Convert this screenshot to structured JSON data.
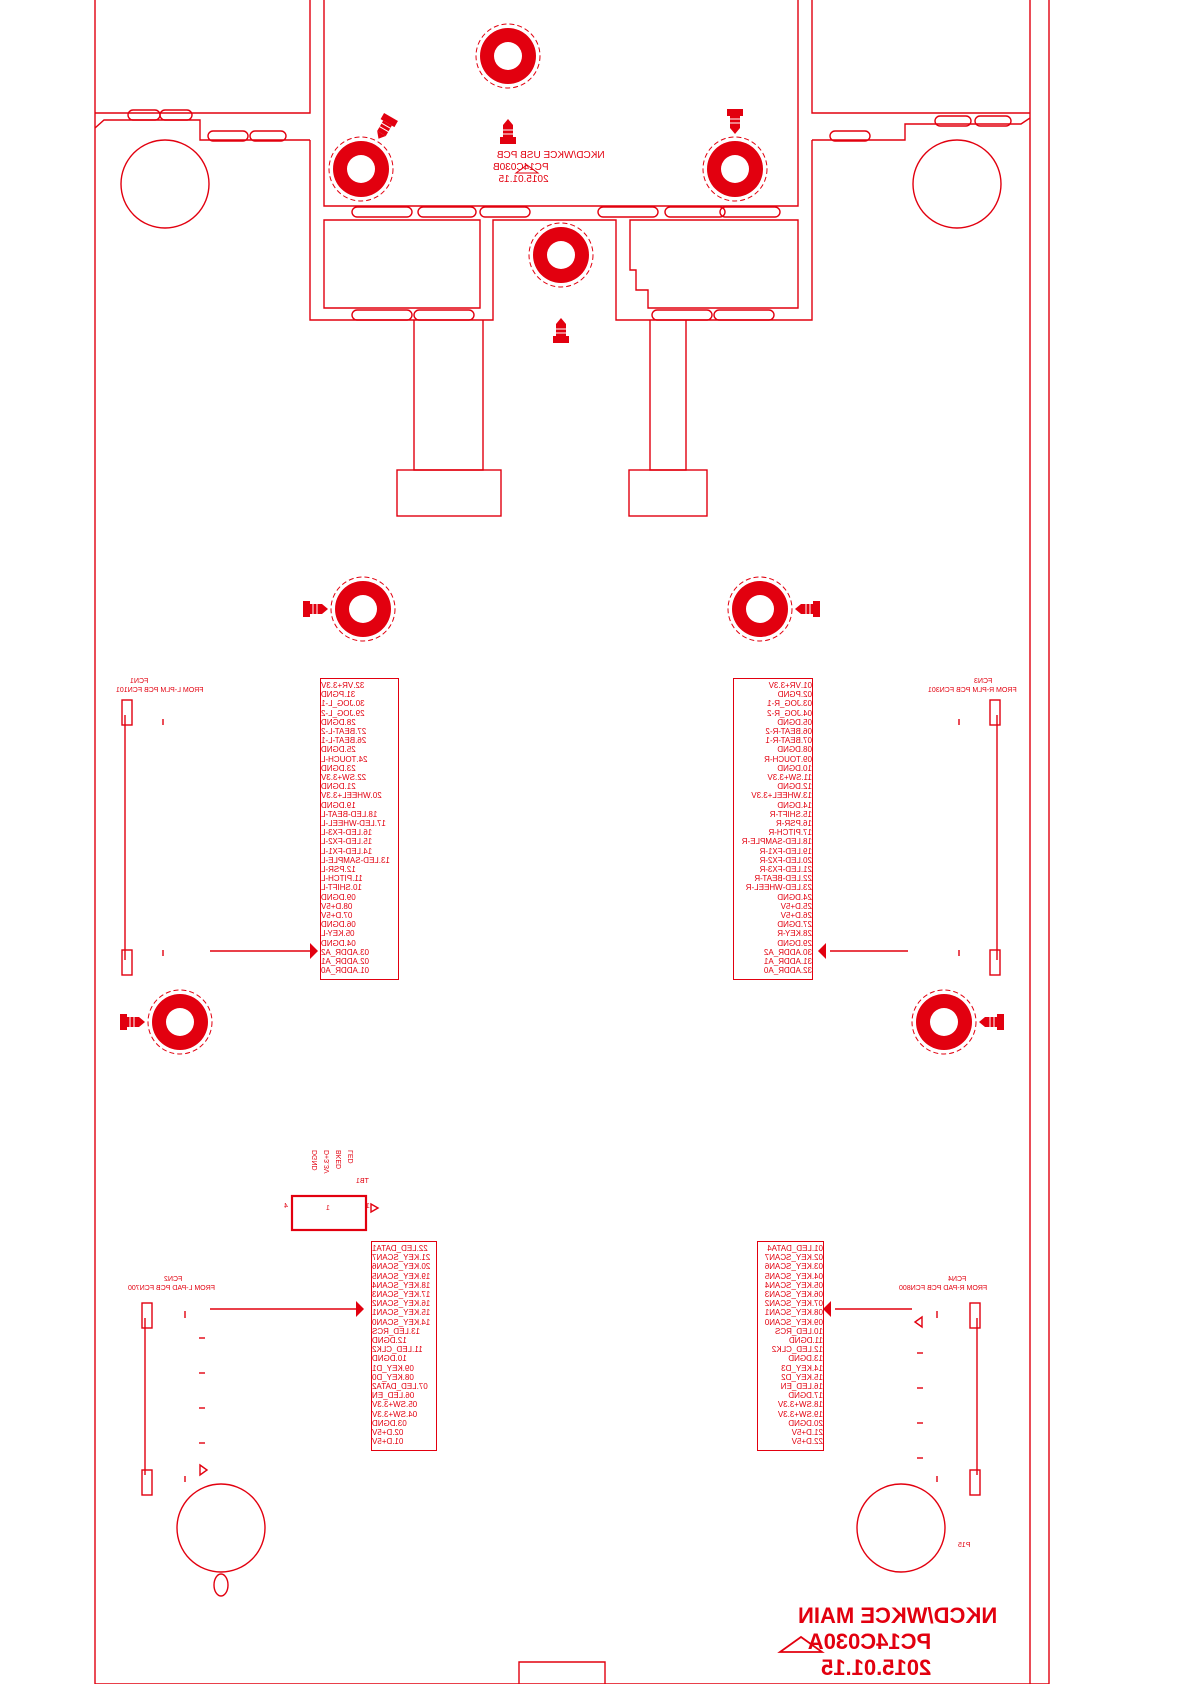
{
  "colors": {
    "line": "#e2000f",
    "fill": "#e2000f",
    "background": "#ffffff"
  },
  "main_label": {
    "line1": "NKCD/WKCE MAIN",
    "line2": "PC14C030A",
    "line3": "2015.01.15"
  },
  "usb_label": {
    "line1": "NKCD/WKCE USB PCB",
    "line2": "PC14C030B",
    "line3": "2015.01.15"
  },
  "connectors": {
    "fcn1": {
      "title": "FCN1",
      "subtitle": "FROM L-PLM PCB FCN101",
      "pins": [
        "32.VR+3.3V",
        "31.PGND",
        "30.JOG_L-1",
        "29.JOG_L-2",
        "28.DGND",
        "27.BEAT-L-2",
        "26.BEAT-L-1",
        "25.DGND",
        "24.TOUCH-L",
        "23.DGND",
        "22.SW+3.3V",
        "21.DGND",
        "20.WHEEL+3.3V",
        "19.DGND",
        "18.LED-BEAT-L",
        "17.LED-WHEEL-L",
        "16.LED-FX3-L",
        "15.LED-FX2-L",
        "14.LED-FX1-L",
        "13.LED-SAMPLE-L",
        "12.PSR-L",
        "11.PITCH-L",
        "10.SHIFT-L",
        "09.DGND",
        "08.D+5V",
        "07.D+5V",
        "06.DGND",
        "05.KEY-L",
        "04.DGND",
        "03.ADDR_A2",
        "02.ADDR_A1",
        "01.ADDR_A0"
      ]
    },
    "fcn3": {
      "title": "FCN3",
      "subtitle": "FROM R-PLM PCB FCN301",
      "pins": [
        "01.VR+3.3V",
        "02.PGND",
        "03.JOG_R-1",
        "04.JOG_R-2",
        "05.DGND",
        "06.BEAT-R-2",
        "07.BEAT-R-1",
        "08.DGND",
        "09.TOUCH-R",
        "10.DGND",
        "11.SW+3.3V",
        "12.DGND",
        "13.WHEEL+3.3V",
        "14.DGND",
        "15.SHIFT-R",
        "16.PSR-R",
        "17.PITCH-R",
        "18.LED-SAMPLE-R",
        "19.LED-FX1-R",
        "20.LED-FX2-R",
        "21.LED-FX3-R",
        "22.LED-BEAT-R",
        "23.LED-WHEEL-R",
        "24.DGND",
        "25.D+5V",
        "26.D+5V",
        "27.DGND",
        "28.KEY-R",
        "29.DGND",
        "30.ADDR_A2",
        "31.ADDR_A1",
        "32.ADDR_A0"
      ]
    },
    "fcn2": {
      "title": "FCN2",
      "subtitle": "FROM L-PAD PCB FCN700",
      "pins": [
        "22.LED_DATA1",
        "21.KEY_SCAN7",
        "20.KEY_SCAN6",
        "19.KEY_SCAN5",
        "18.KEY_SCAN4",
        "17.KEY_SCAN3",
        "16.KEY_SCAN2",
        "15.KEY_SCAN1",
        "14.KEY_SCAN0",
        "13.LED_RCS",
        "12.DGND",
        "11.LED_CLK2",
        "10.DGND",
        "09.KEY_D1",
        "08.KEY_D0",
        "07.LED_DATA2",
        "06.LED_EN",
        "05.SW+3.3V",
        "04.SW+3.3V",
        "03.DGND",
        "02.D+5V",
        "01.D+5V"
      ]
    },
    "fcn4": {
      "title": "FCN4",
      "subtitle": "FROM R-PAD PCB FCN800",
      "pins": [
        "01.LED_DATA4",
        "02.KEY_SCAN7",
        "03.KEY_SCAN6",
        "04.KEY_SCAN5",
        "05.KEY_SCAN4",
        "06.KEY_SCAN3",
        "07.KEY_SCAN2",
        "08.KEY_SCAN1",
        "09.KEY_SCAN0",
        "10.LED_RCS",
        "11.DGND",
        "12.LED_CLK2",
        "13.DGND",
        "14.KEY_D3",
        "15.KEY_D2",
        "16.LED_EN",
        "17.DGND",
        "18.SW+3.3V",
        "19.SW+3.3V",
        "20.DGND",
        "21.D+5V",
        "22.D+5V"
      ]
    },
    "tb1": {
      "title": "TB1",
      "pins": [
        "LED",
        "BKED",
        "D+3.3V",
        "DGND"
      ],
      "pin_left": "4",
      "pin_right": "1"
    },
    "pin_one": "1",
    "p15": "P15"
  }
}
